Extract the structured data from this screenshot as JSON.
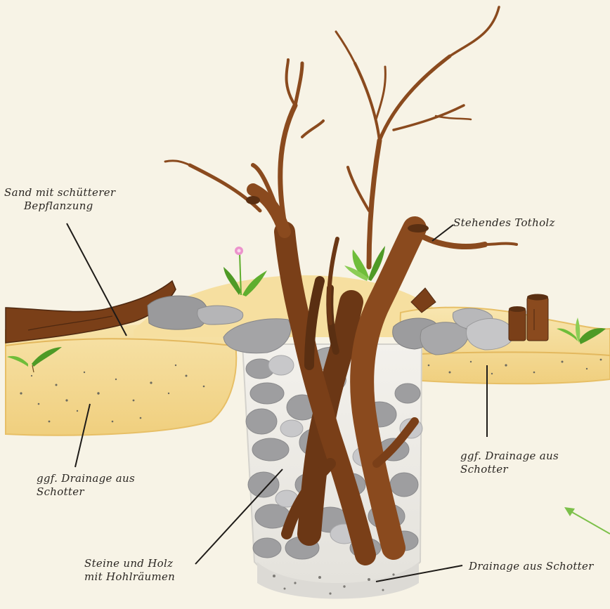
{
  "labels": {
    "sand": {
      "line1": "Sand mit schütterer",
      "line2": "Bepflanzung"
    },
    "stehendes": {
      "line1": "Stehendes Totholz"
    },
    "drainage_left": {
      "line1": "ggf. Drainage aus",
      "line2": "Schotter"
    },
    "drainage_right": {
      "line1": "ggf. Drainage aus",
      "line2": "Schotter"
    },
    "steine": {
      "line1": "Steine und Holz",
      "line2": "mit Hohlräumen"
    },
    "drainage_bottom": {
      "line1": "Drainage aus Schotter"
    }
  },
  "colors": {
    "background": "#f7f3e6",
    "sand_light": "#f6e2a8",
    "sand_mid": "#efd08a",
    "sand_edge": "#e2b55a",
    "wood": "#8a4a1e",
    "wood_dark": "#5a2f12",
    "stone": "#9c9c9e",
    "stone_light": "#c9c9cb",
    "plant": "#5fae2e",
    "flower": "#e98ec8",
    "arrow": "#7cc04a"
  }
}
